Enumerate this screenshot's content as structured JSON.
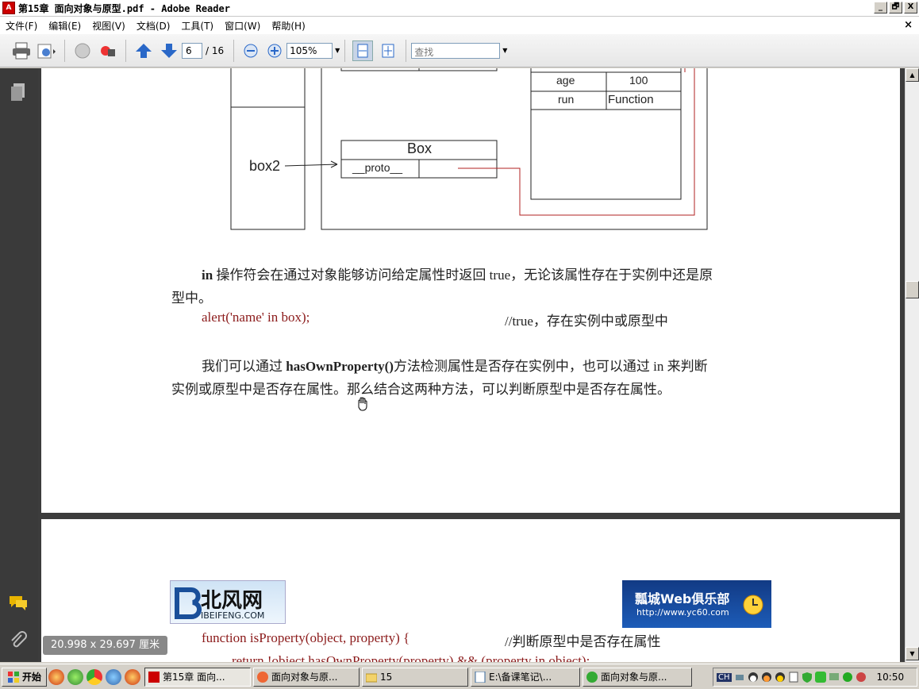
{
  "window": {
    "title": "第15章 面向对象与原型.pdf - Adobe Reader",
    "app_icon": "pdf-icon",
    "buttons": [
      "_",
      "🗗",
      "X"
    ]
  },
  "menu": {
    "items": [
      "文件(F)",
      "编辑(E)",
      "视图(V)",
      "文档(D)",
      "工具(T)",
      "窗口(W)",
      "帮助(H)"
    ],
    "close_doc": "×"
  },
  "toolbar": {
    "page_current": "6",
    "page_total": "/ 16",
    "zoom": "105%",
    "find_placeholder": "查找"
  },
  "diagram": {
    "box_label": "Box",
    "proto_label": "__proto__",
    "pointer_label": "box2",
    "rows": [
      {
        "key": "age",
        "value": "100"
      },
      {
        "key": "run",
        "value": "Function"
      }
    ]
  },
  "content": {
    "para1_bold": "in",
    "para1_rest": " 操作符会在通过对象能够访问给定属性时返回 true，无论该属性存在于实例中还是原",
    "para1_line2": "型中。",
    "code1": "alert('name' in box);",
    "comment1": "//true，存在实例中或原型中",
    "para2_pre": "我们可以通过 ",
    "para2_bold": "hasOwnProperty()",
    "para2_rest": "方法检测属性是否存在实例中，也可以通过 in 来判断",
    "para2_line2": "实例或原型中是否存在属性。那么结合这两种方法，可以判断原型中是否存在属性。",
    "logo_left_brand": "北风网",
    "logo_left_url": "IBEIFENG.COM",
    "logo_right_brand": "瓢城Web俱乐部",
    "logo_right_url": "http://www.yc60.com",
    "code2": "function isProperty(object, property) {",
    "comment2": "//判断原型中是否存在属性",
    "code3": "return !object.hasOwnProperty(property) && (property in object);"
  },
  "status": {
    "page_size": "20.998 x 29.697 厘米"
  },
  "taskbar": {
    "start": "开始",
    "tasks": [
      "第15章 面向...",
      "面向对象与原...",
      "15",
      "E:\\备课笔记\\...",
      "面向对象与原..."
    ],
    "clock": "10:50",
    "ime": "CH"
  },
  "colors": {
    "link_red": "#8b1a1a",
    "diagram_red": "#b22222"
  }
}
